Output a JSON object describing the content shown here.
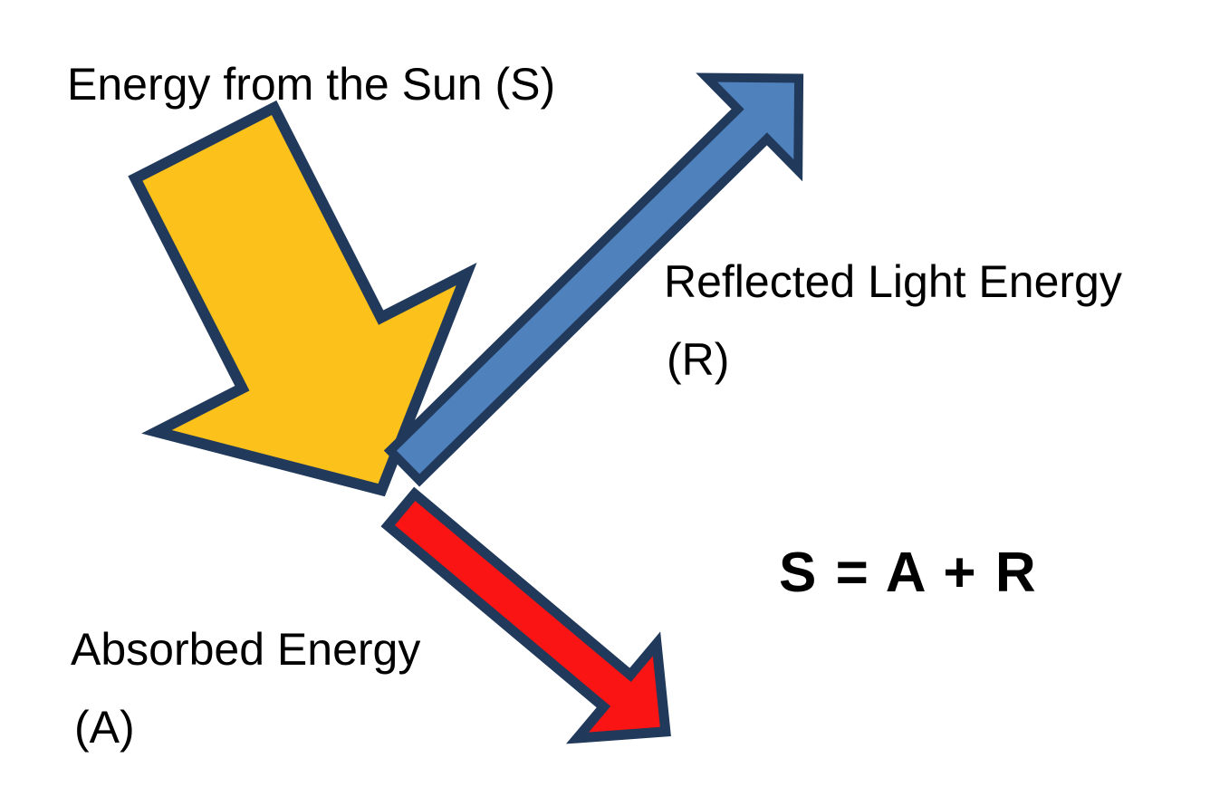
{
  "canvas": {
    "background_color": "#FFFFFF"
  },
  "colors": {
    "outline": "#21395B",
    "sun_arrow": "#FCC11B",
    "reflected_arrow": "#4F81BD",
    "absorbed_arrow": "#FA1414",
    "text": "#000000"
  },
  "labels": {
    "sun_arrow": "Energy from the Sun (S)",
    "reflected_arrow_line1": "Reflected Light Energy",
    "reflected_arrow_line2": "(R)",
    "absorbed_arrow_line1": "Absorbed Energy",
    "absorbed_arrow_line2": "(A)",
    "equation": "S = A + R"
  },
  "arrows": {
    "sun": {
      "label": "Energy from the Sun",
      "symbol": "S",
      "direction": "down-right",
      "fill": "yellow"
    },
    "reflected": {
      "label": "Reflected Light Energy",
      "symbol": "R",
      "direction": "up-right",
      "fill": "blue"
    },
    "absorbed": {
      "label": "Absorbed Energy",
      "symbol": "A",
      "direction": "down-right",
      "fill": "red"
    }
  }
}
